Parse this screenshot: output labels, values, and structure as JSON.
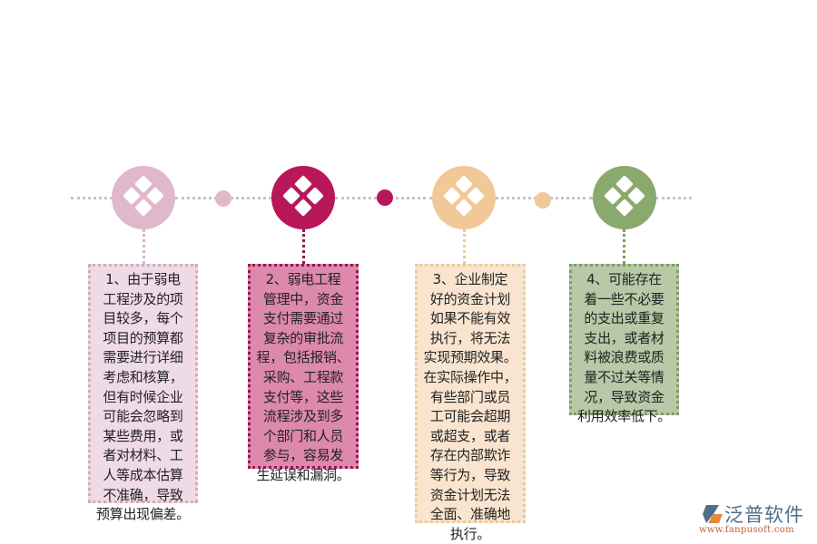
{
  "colors": {
    "connector_line": "#c4c4c4",
    "step1": "#dfb8cc",
    "step2": "#b8175a",
    "step3": "#f1c998",
    "step4": "#8aa96c",
    "box1_bg": "#efdbe6",
    "box1_border": "#d7a9c1",
    "box2_bg": "#dd88ad",
    "box2_border": "#9b1450",
    "box3_bg": "#f9e5cf",
    "box3_border": "#ecc99b",
    "box4_bg": "#b7c9a6",
    "box4_border": "#7f9d62"
  },
  "steps": [
    {
      "icon": "four-diamonds-icon",
      "text": "1、由于弱电工程涉及的项目较多，每个项目的预算都需要进行详细考虑和核算，但有时候企业可能会忽略到某些费用，或者对材料、工人等成本估算不准确，导致预算出现偏差。",
      "lines": [
        "1、由于弱电",
        "工程涉及的项",
        "目较多，每个",
        "项目的预算都",
        "需要进行详细",
        "考虑和核算，",
        "但有时候企业",
        "可能会忽略到",
        "某些费用，或",
        "者对材料、工",
        "人等成本估算",
        "不准确，导致",
        "预算出现偏差。"
      ]
    },
    {
      "icon": "four-diamonds-icon",
      "text": "2、弱电工程管理中，资金支付需要通过复杂的审批流程，包括报销、采购、工程款支付等，这些流程涉及到多个部门和人员参与，容易发生延误和漏洞。",
      "lines": [
        "2、弱电工程",
        "管理中，资金",
        "支付需要通过",
        "复杂的审批流",
        "程，包括报销、",
        "采购、工程款",
        "支付等，这些",
        "流程涉及到多",
        "个部门和人员",
        "参与，容易发",
        "生延误和漏洞。"
      ]
    },
    {
      "icon": "four-diamonds-icon",
      "text": "3、企业制定好的资金计划如果不能有效执行，将无法实现预期效果。在实际操作中，有些部门或员工可能会超期或超支，或者存在内部欺诈等行为，导致资金计划无法全面、准确地执行。",
      "lines": [
        "3、企业制定",
        "好的资金计划",
        "如果不能有效",
        "执行，将无法",
        "实现预期效果。",
        "在实际操作中，",
        "有些部门或员",
        "工可能会超期",
        "或超支，或者",
        "存在内部欺诈",
        "等行为，导致",
        "资金计划无法",
        "全面、准确地",
        "执行。"
      ]
    },
    {
      "icon": "four-diamonds-icon",
      "text": "4、可能存在着一些不必要的支出或重复支出，或者材料被浪费或质量不过关等情况，导致资金利用效率低下。",
      "lines": [
        "4、可能存在",
        "着一些不必要",
        "的支出或重复",
        "支出，或者材",
        "料被浪费或质",
        "量不过关等情",
        "况，导致资金",
        "利用效率低下。"
      ]
    }
  ],
  "logo": {
    "name": "泛普软件",
    "url": "www.fanpusoft.com"
  }
}
